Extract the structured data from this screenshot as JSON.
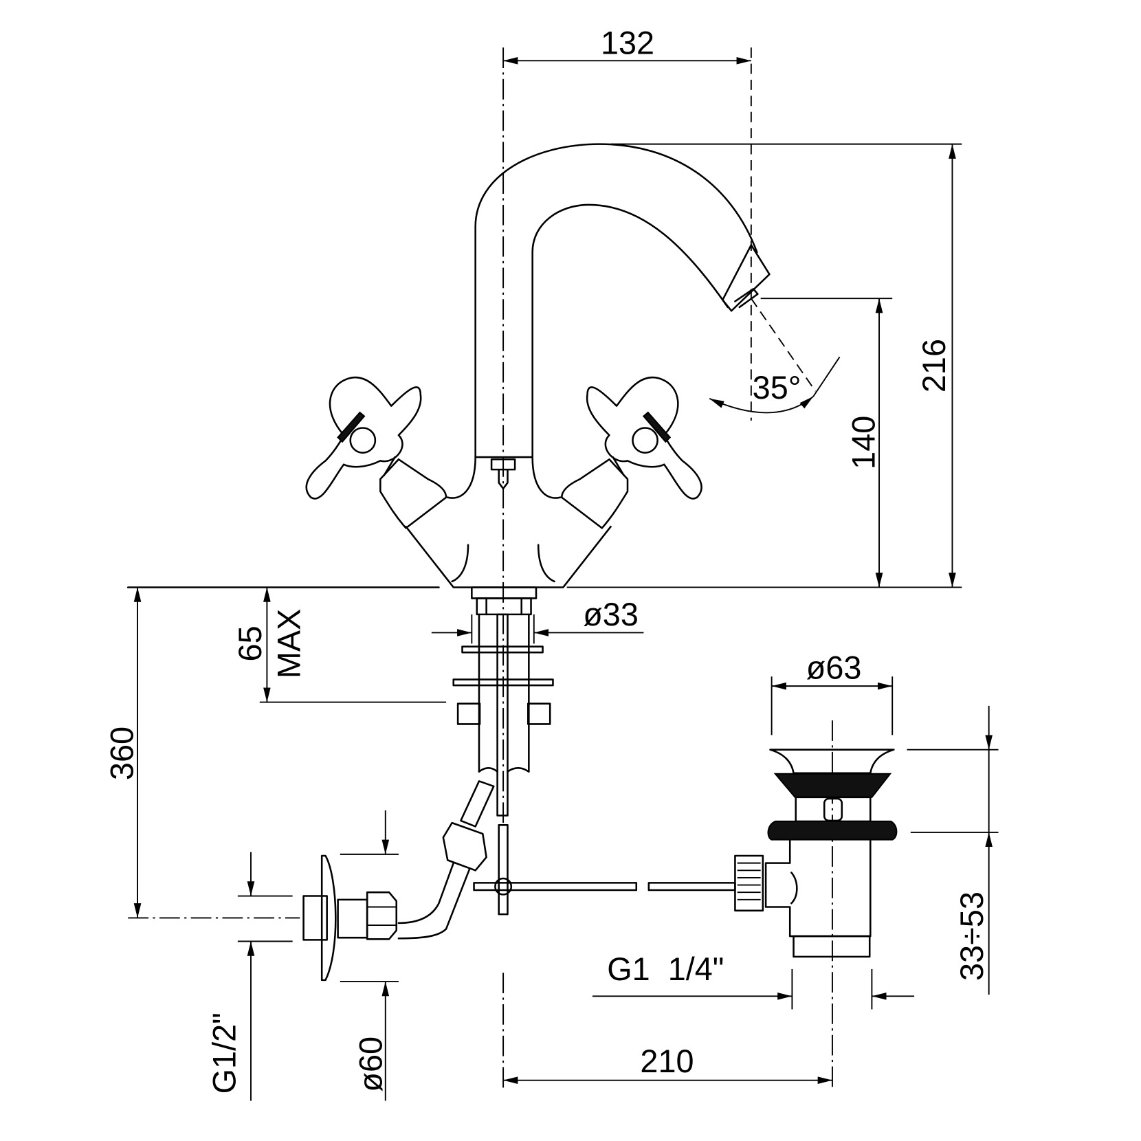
{
  "dimensions": {
    "spout_reach": "132",
    "total_height": "216",
    "spout_height": "140",
    "spout_angle": "35°",
    "shank_diameter": "ø33",
    "deck_thickness": "65",
    "deck_thickness_note": "MAX",
    "under_deck_length": "360",
    "drain_diameter": "ø63",
    "drain_range": "33÷53",
    "drain_thread": "G1  1/4\"",
    "drain_offset": "210",
    "flange_diameter": "ø60",
    "inlet_thread": "G1/2\""
  }
}
